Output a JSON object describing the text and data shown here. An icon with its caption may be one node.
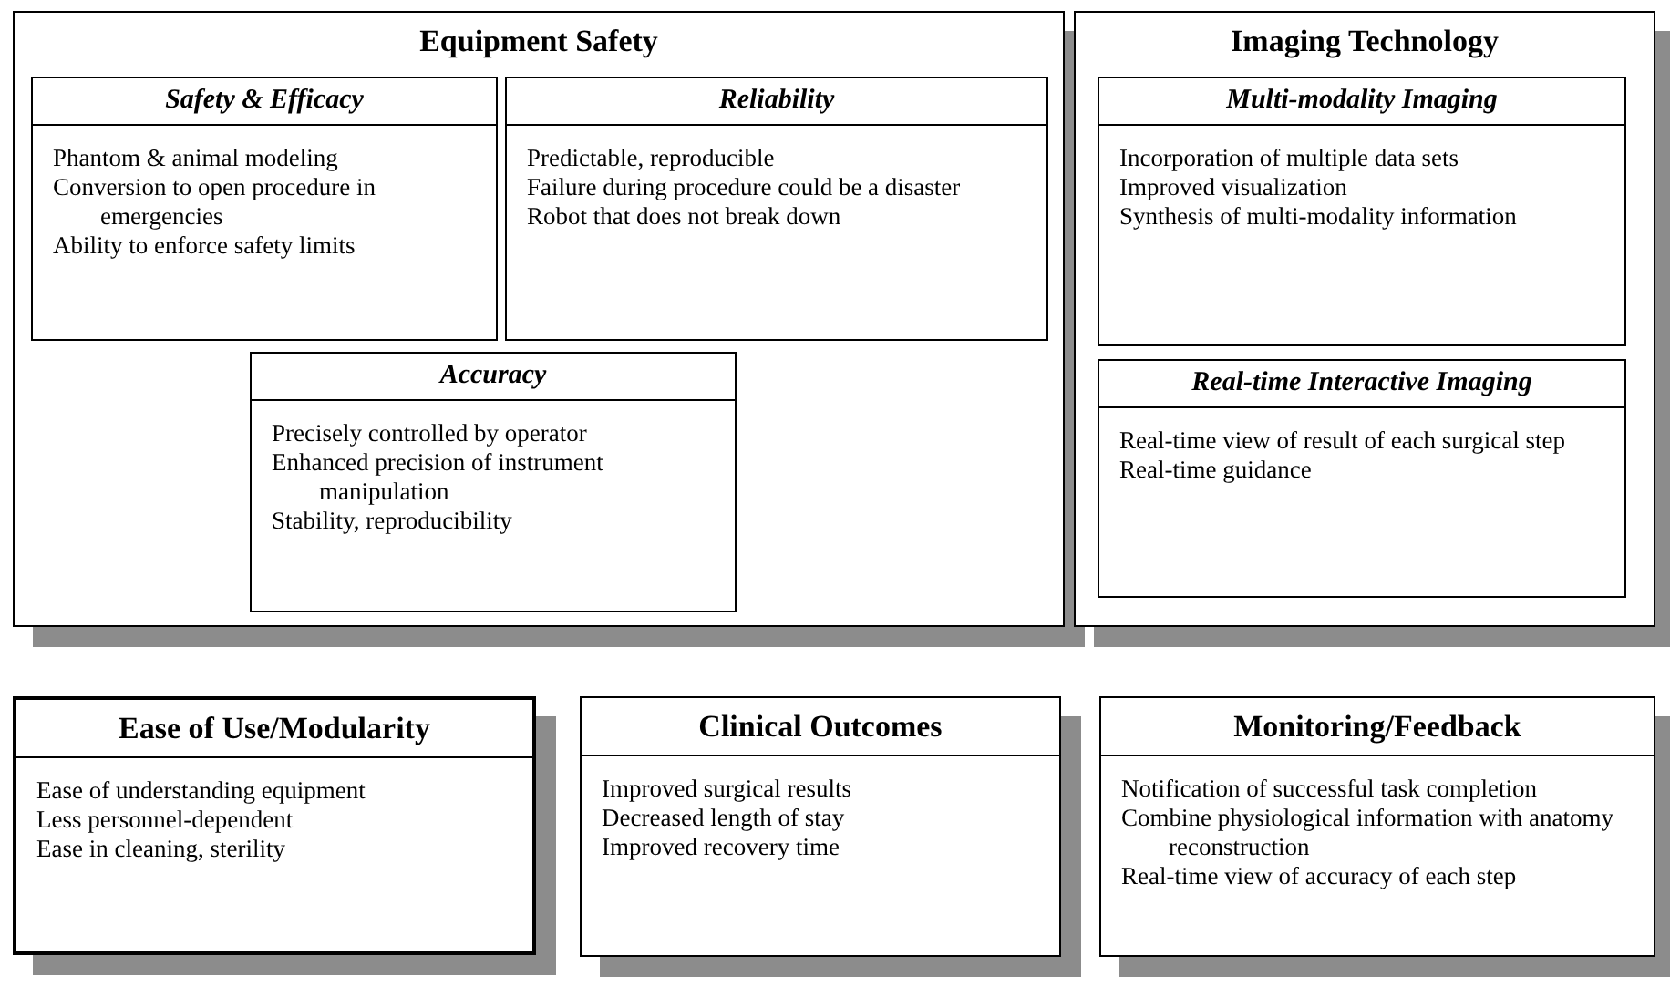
{
  "diagram": {
    "nodes": [
      {
        "text": [
          "Equipment Safety"
        ]
      },
      {
        "text": [
          "Safety & Efficacy",
          "Phantom & animal modeling",
          "Conversion to open procedure in emergencies",
          "Ability to enforce safety limits"
        ],
        "in": 0
      },
      {
        "text": [
          "Reliability",
          "Predictable, reproducible",
          "Failure during procedure could be a disaster",
          "Robot that does not break down"
        ],
        "in": 0
      },
      {
        "text": [
          "Accuracy",
          "Precisely controlled by operator",
          "Enhanced precision of instrument manipulation",
          "Stability, reproducibility"
        ],
        "in": 0
      },
      {
        "text": [
          "Imaging Technology"
        ]
      },
      {
        "text": [
          "Multi-modality Imaging",
          "Incorporation of multiple data sets",
          "Improved visualization",
          "Synthesis of multi-modality information"
        ],
        "in": 4
      },
      {
        "text": [
          "Real-time Interactive Imaging",
          "Real-time view of result of each surgical step",
          "Real-time guidance"
        ],
        "in": 4
      },
      {
        "text": [
          "Ease of Use/Modularity",
          "Ease of understanding equipment",
          "Less personnel-dependent",
          "Ease in cleaning, sterility"
        ]
      },
      {
        "text": [
          "Clinical Outcomes",
          "Improved surgical results",
          "Decreased length of stay",
          "Improved recovery time"
        ]
      },
      {
        "text": [
          "Monitoring/Feedback",
          "Notification of successful task completion",
          "Combine physiological information with anatomy reconstruction",
          "Real-time view of accuracy of each step"
        ]
      }
    ]
  }
}
